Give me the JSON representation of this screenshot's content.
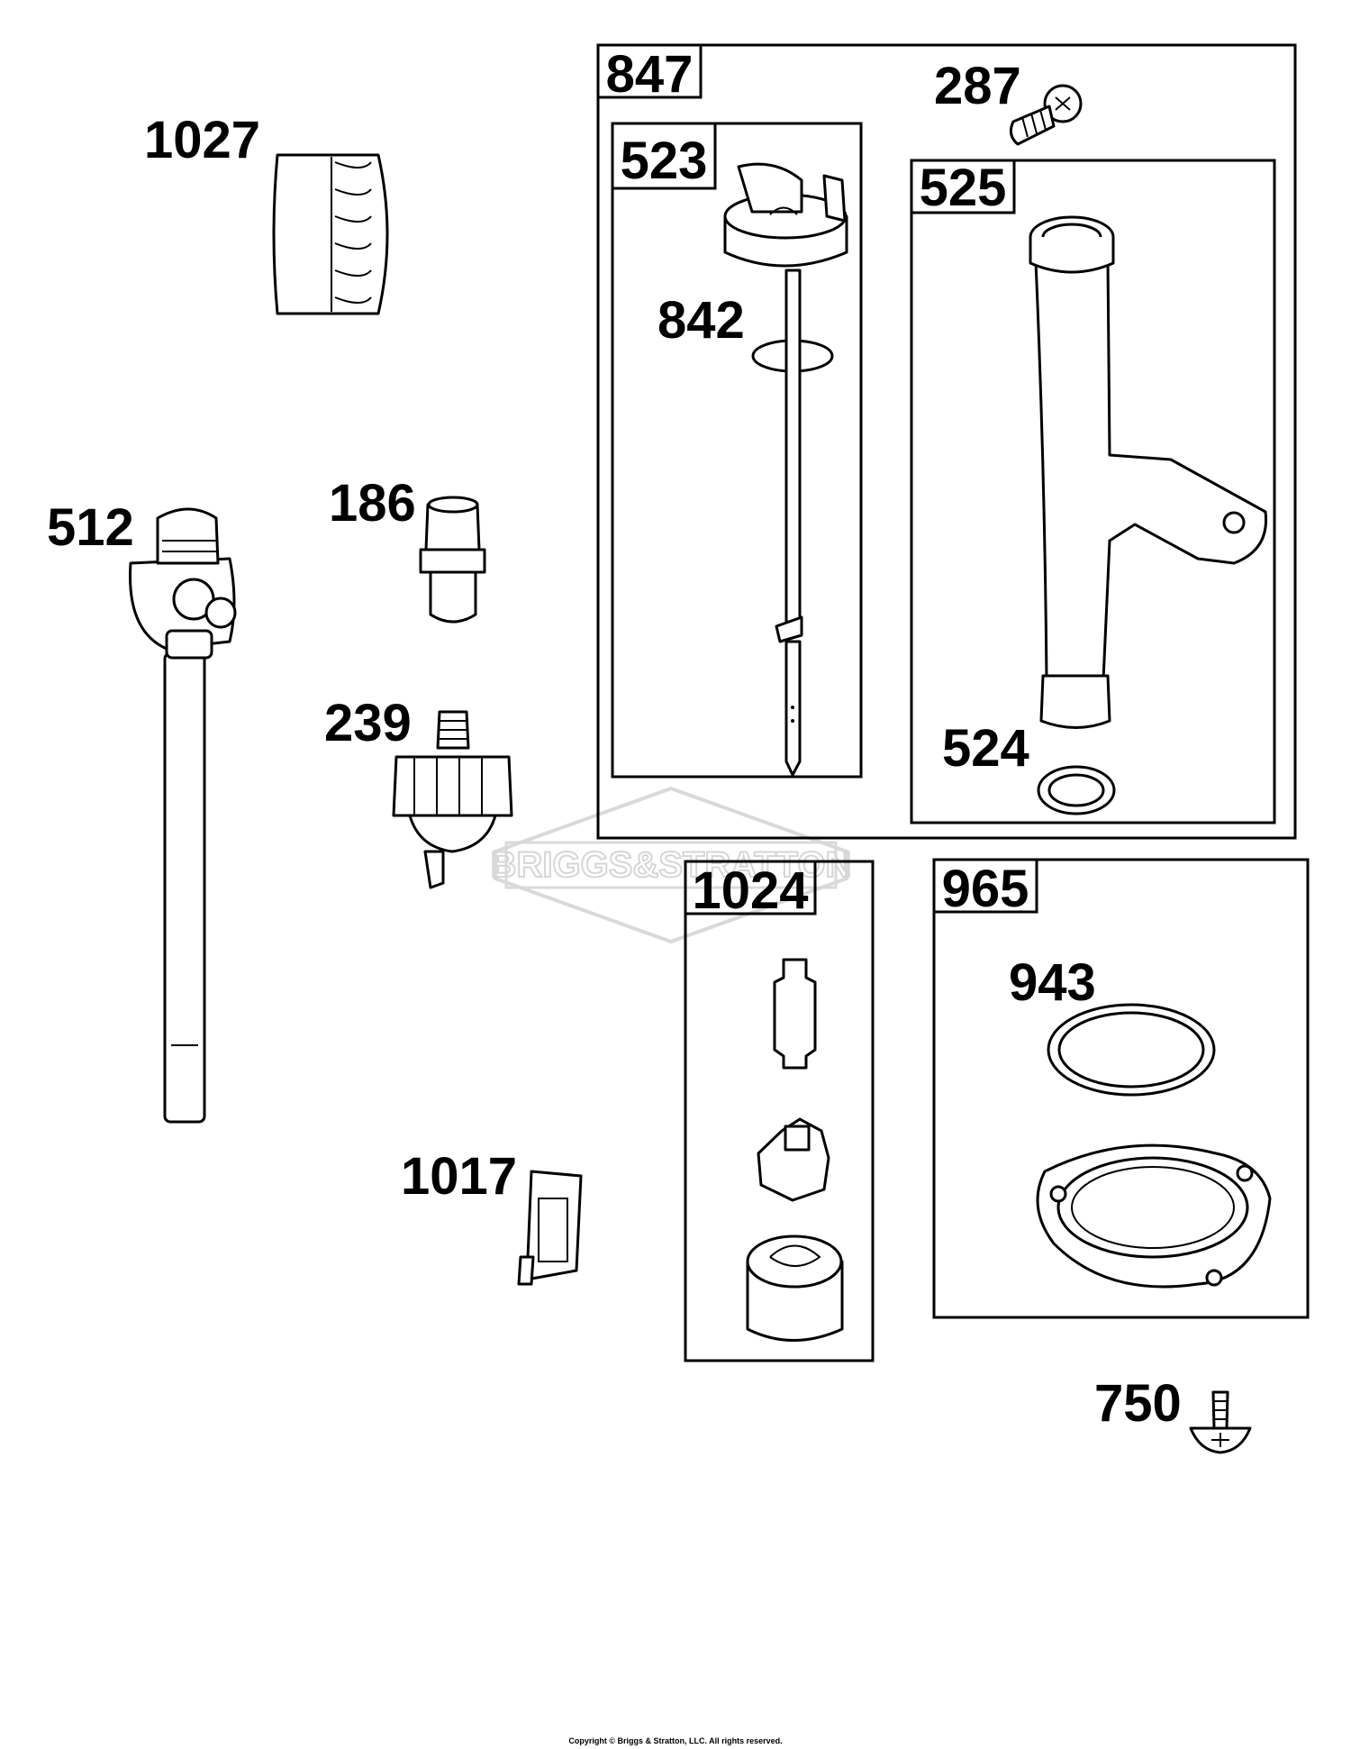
{
  "watermark": "BRIGGS&STRATTON",
  "copyright": "Copyright © Briggs & Stratton, LLC. All rights reserved.",
  "kit_boxes": [
    "847",
    "523",
    "525",
    "1024",
    "965"
  ],
  "part_labels": [
    "1027",
    "512",
    "186",
    "239",
    "1017",
    "287",
    "842",
    "524",
    "943",
    "750"
  ]
}
